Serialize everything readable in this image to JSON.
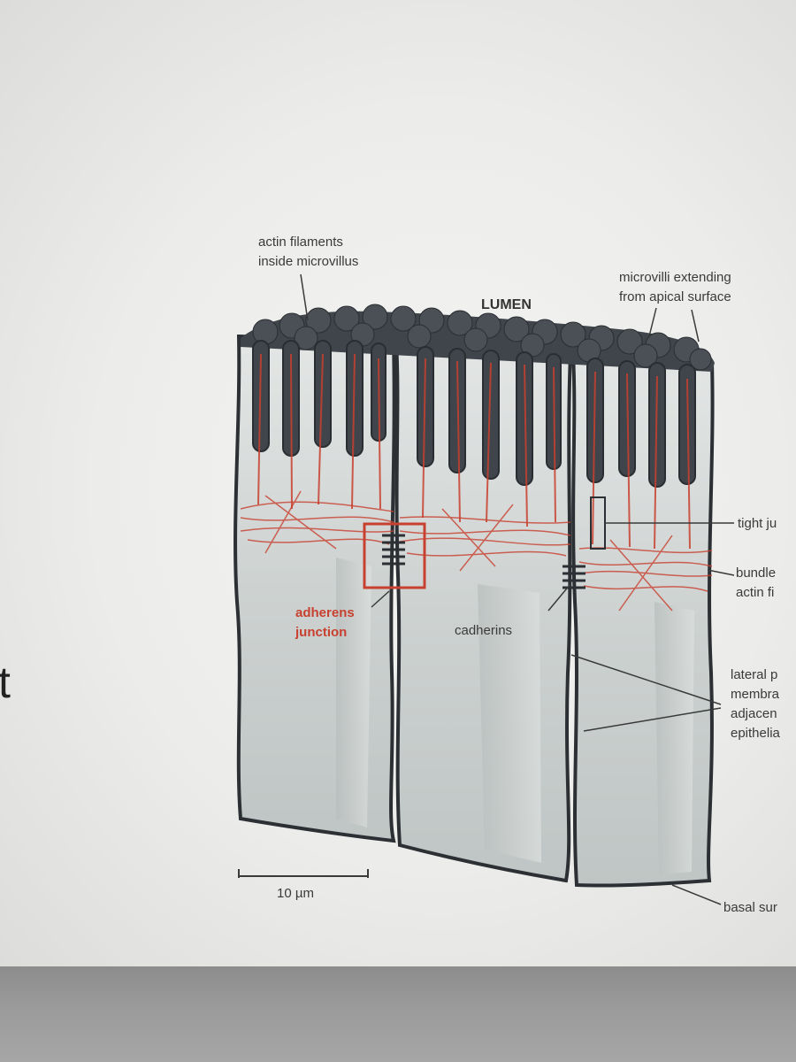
{
  "labels": {
    "actin_filaments_line1": "actin filaments",
    "actin_filaments_line2": "inside microvillus",
    "lumen": "LUMEN",
    "microvilli_line1": "microvilli extending",
    "microvilli_line2": "from apical surface",
    "tight_junction": "tight ju",
    "bundle_line1": "bundle",
    "bundle_line2": "actin fi",
    "adherens_line1": "adherens",
    "adherens_line2": "junction",
    "cadherins": "cadherins",
    "lateral_line1": "lateral p",
    "lateral_line2": "membra",
    "lateral_line3": "adjacen",
    "lateral_line4": "epithelia",
    "scale": "10 µm",
    "basal": "basal sur",
    "side_letter": "t"
  },
  "colors": {
    "actin_red": "#c8402f",
    "microvilli_dark": "#3f454a",
    "cell_fill": "#cfd3d2",
    "outline": "#2c3034"
  }
}
